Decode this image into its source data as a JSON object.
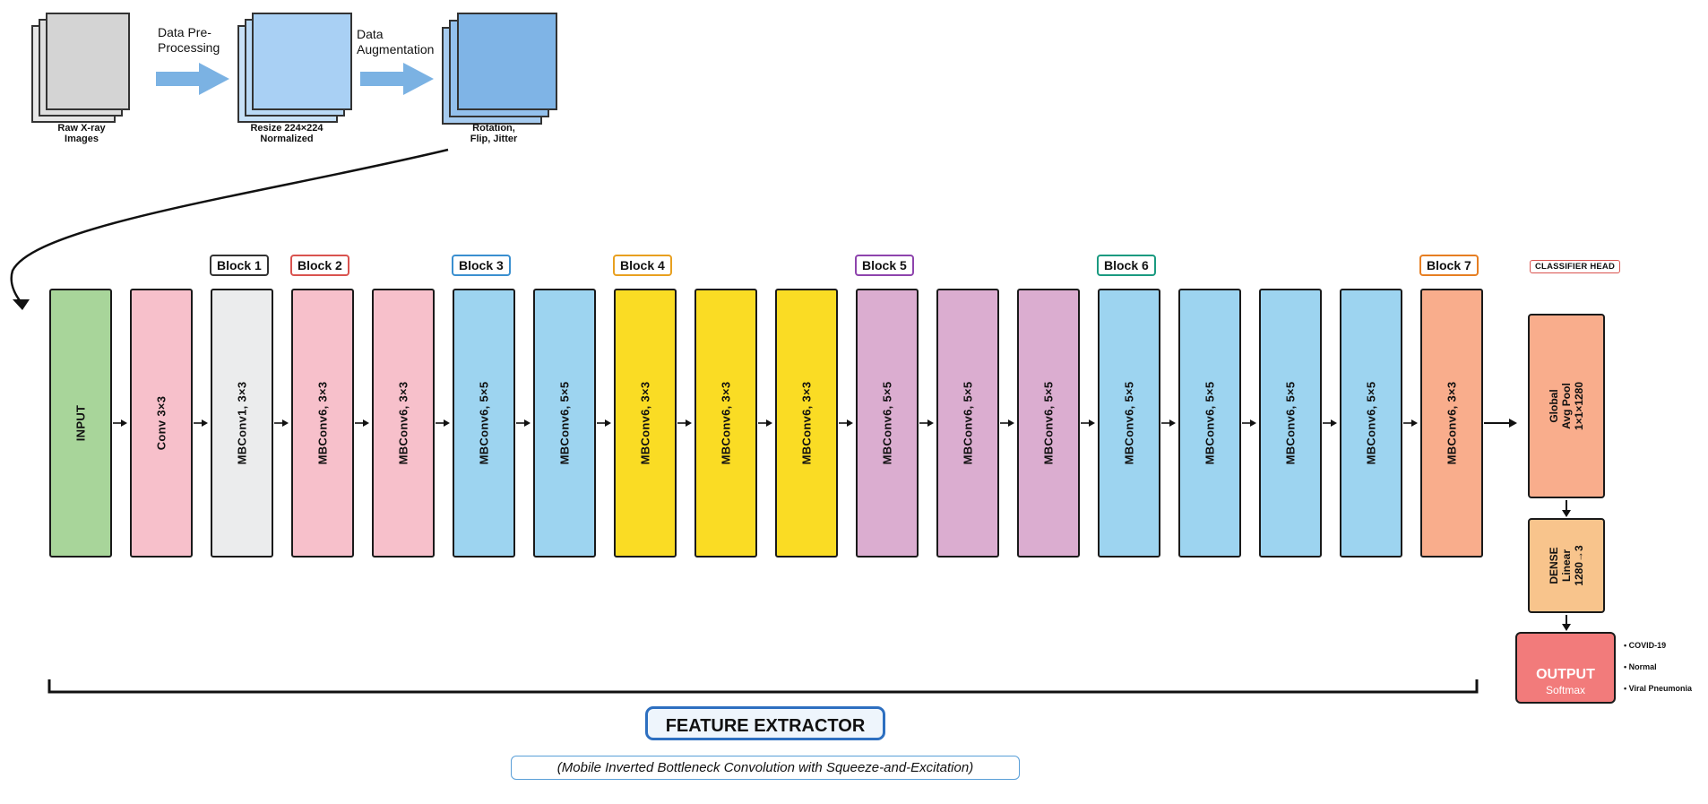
{
  "preprocessing": {
    "raw_caption": "Raw X-ray\nImages",
    "resize_caption": "Resize 224×224\nNormalized",
    "aug_caption": "Rotation,\nFlip, Jitter",
    "step1_label": "Data Pre-\nProcessing",
    "step2_label": "Data\nAugmentation"
  },
  "blocks": [
    {
      "label": "Block 1",
      "color": "#333333"
    },
    {
      "label": "Block 2",
      "color": "#d9534f"
    },
    {
      "label": "Block 3",
      "color": "#3a8fd0"
    },
    {
      "label": "Block 4",
      "color": "#e8a020"
    },
    {
      "label": "Block 5",
      "color": "#8e44ad"
    },
    {
      "label": "Block 6",
      "color": "#1a9a80"
    },
    {
      "label": "Block 7",
      "color": "#e67e22"
    }
  ],
  "layers": [
    {
      "label": "INPUT",
      "color": "#a8d59a"
    },
    {
      "label": "Conv 3×3",
      "color": "#f7c0cb"
    },
    {
      "label": "MBConv1, 3×3",
      "color": "#ebeced"
    },
    {
      "label": "MBConv6, 3×3",
      "color": "#f7c0cb"
    },
    {
      "label": "MBConv6, 3×3",
      "color": "#f7c0cb"
    },
    {
      "label": "MBConv6, 5×5",
      "color": "#9dd4f0"
    },
    {
      "label": "MBConv6, 5×5",
      "color": "#9dd4f0"
    },
    {
      "label": "MBConv6, 3×3",
      "color": "#fadc24"
    },
    {
      "label": "MBConv6, 3×3",
      "color": "#fadc24"
    },
    {
      "label": "MBConv6, 3×3",
      "color": "#fadc24"
    },
    {
      "label": "MBConv6, 5×5",
      "color": "#dbadd0"
    },
    {
      "label": "MBConv6, 5×5",
      "color": "#dbadd0"
    },
    {
      "label": "MBConv6, 5×5",
      "color": "#dbadd0"
    },
    {
      "label": "MBConv6, 5×5",
      "color": "#9dd4f0"
    },
    {
      "label": "MBConv6, 5×5",
      "color": "#9dd4f0"
    },
    {
      "label": "MBConv6, 5×5",
      "color": "#9dd4f0"
    },
    {
      "label": "MBConv6, 5×5",
      "color": "#9dd4f0"
    },
    {
      "label": "MBConv6, 3×3",
      "color": "#f9ad8c"
    }
  ],
  "classifier": {
    "title": "CLASSIFIER HEAD",
    "pool": "Global\nAvg Pool\n1×1×1280",
    "dense": "DENSE\nLinear\n1280→3",
    "output_title": "OUTPUT",
    "output_sub": "Softmax",
    "classes": [
      "• COVID-19",
      "• Normal",
      "• Viral Pneumonia"
    ]
  },
  "feature_extractor": {
    "title": "FEATURE EXTRACTOR",
    "subtitle": "(Mobile Inverted Bottleneck Convolution with Squeeze-and-Excitation)"
  },
  "colors": {
    "arrow_blue": "#7bb2e3",
    "raw_fill": "#d4d4d4",
    "resize_fill": "#a9d0f4",
    "aug_fill": "#7fb4e6",
    "pool_fill": "#f9ad8c",
    "dense_fill": "#f8c48c",
    "output_fill": "#f27b7b",
    "classifier_title_border": "#d9534f",
    "fe_border": "#2d6fc0"
  }
}
